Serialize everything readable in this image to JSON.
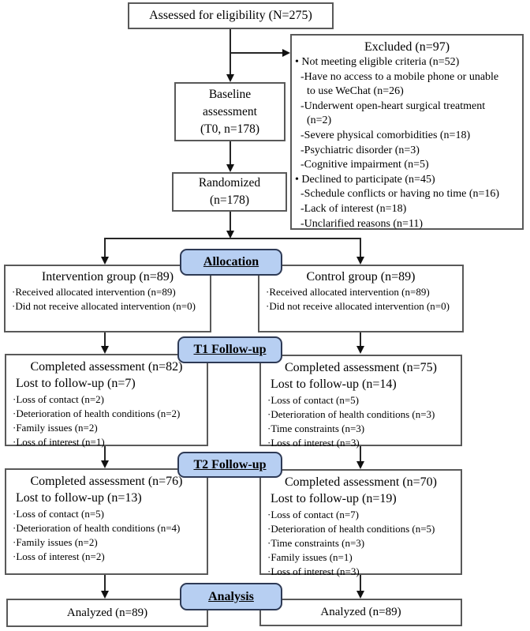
{
  "diagram": {
    "assessed": {
      "text": "Assessed for eligibility (N=275)"
    },
    "excluded": {
      "title": "Excluded (n=97)",
      "lines": [
        {
          "t": "• Not meeting eligible criteria (n=52)",
          "ind": 0
        },
        {
          "t": "-Have no access to a mobile phone or unable",
          "ind": 1
        },
        {
          "t": "to use WeChat (n=26)",
          "ind": 2
        },
        {
          "t": "-Underwent open-heart surgical treatment",
          "ind": 1
        },
        {
          "t": "(n=2)",
          "ind": 2
        },
        {
          "t": "-Severe physical comorbidities (n=18)",
          "ind": 1
        },
        {
          "t": "-Psychiatric disorder (n=3)",
          "ind": 1
        },
        {
          "t": "-Cognitive impairment (n=5)",
          "ind": 1
        },
        {
          "t": "• Declined to participate (n=45)",
          "ind": 0
        },
        {
          "t": "-Schedule conflicts or having no time (n=16)",
          "ind": 1
        },
        {
          "t": "-Lack of interest (n=18)",
          "ind": 1
        },
        {
          "t": "-Unclarified reasons (n=11)",
          "ind": 1
        }
      ]
    },
    "baseline": {
      "lines": [
        "Baseline",
        "assessment",
        "(T0, n=178)"
      ]
    },
    "randomized": {
      "lines": [
        "Randomized",
        "(n=178)"
      ]
    },
    "badges": {
      "allocation": "Allocation",
      "t1": "T1 Follow-up",
      "t2": "T2 Follow-up",
      "analysis": "Analysis"
    },
    "intervention": {
      "title": "Intervention group (n=89)",
      "lines": [
        "·Received allocated intervention (n=89)",
        "·Did not receive allocated intervention (n=0)"
      ]
    },
    "control": {
      "title": "Control group (n=89)",
      "lines": [
        "·Received allocated intervention (n=89)",
        "·Did not receive allocated intervention (n=0)"
      ]
    },
    "t1_left": {
      "title": "Completed assessment (n=82)",
      "subtitle": "Lost to follow-up (n=7)",
      "lines": [
        "·Loss of contact (n=2)",
        "·Deterioration of health conditions (n=2)",
        "·Family issues (n=2)",
        "·Loss of interest (n=1)"
      ]
    },
    "t1_right": {
      "title": "Completed assessment (n=75)",
      "subtitle": "Lost to follow-up (n=14)",
      "lines": [
        "·Loss of contact (n=5)",
        "·Deterioration of health conditions (n=3)",
        "·Time constraints (n=3)",
        "·Loss of interest (n=3)"
      ]
    },
    "t2_left": {
      "title": "Completed assessment (n=76)",
      "subtitle": "Lost to follow-up (n=13)",
      "lines": [
        "·Loss of contact (n=5)",
        "·Deterioration of health conditions (n=4)",
        "·Family issues (n=2)",
        "·Loss of interest (n=2)"
      ]
    },
    "t2_right": {
      "title": "Completed assessment (n=70)",
      "subtitle": "Lost to follow-up (n=19)",
      "lines": [
        "·Loss of contact (n=7)",
        "·Deterioration of health conditions (n=5)",
        "·Time constraints (n=3)",
        "·Family issues (n=1)",
        "·Loss of interest (n=3)"
      ]
    },
    "analyzed_left": {
      "text": "Analyzed (n=89)"
    },
    "analyzed_right": {
      "text": "Analyzed (n=89)"
    },
    "colors": {
      "badge_fill": "#b7cff2",
      "badge_border": "#2e3a55",
      "box_border": "#595959",
      "line": "#262626"
    }
  }
}
